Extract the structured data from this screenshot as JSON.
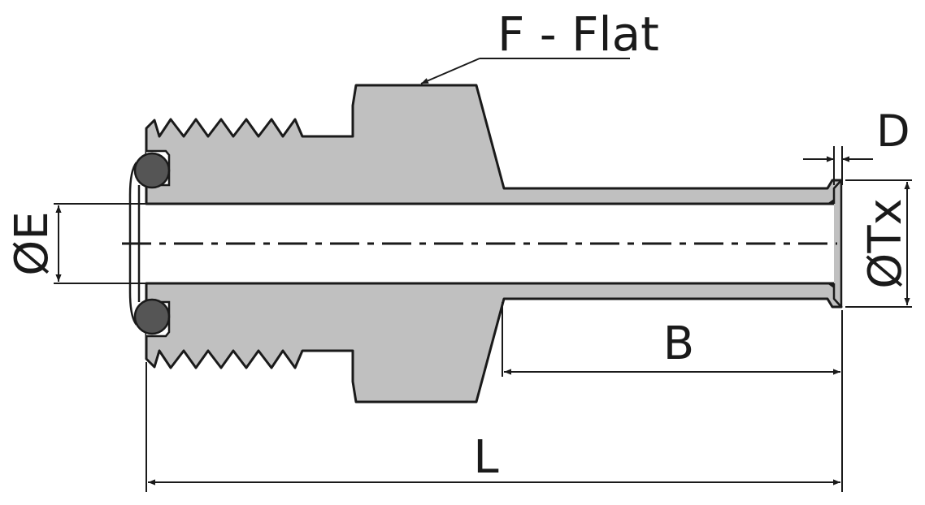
{
  "labels": {
    "flat": "F - Flat",
    "d": "D",
    "e": "ØE",
    "tx": "ØTx",
    "b": "B",
    "l": "L"
  },
  "colors": {
    "body": "#c0c0c0",
    "outline": "#1a1a1a",
    "oring": "#555555",
    "background": "#ffffff"
  }
}
